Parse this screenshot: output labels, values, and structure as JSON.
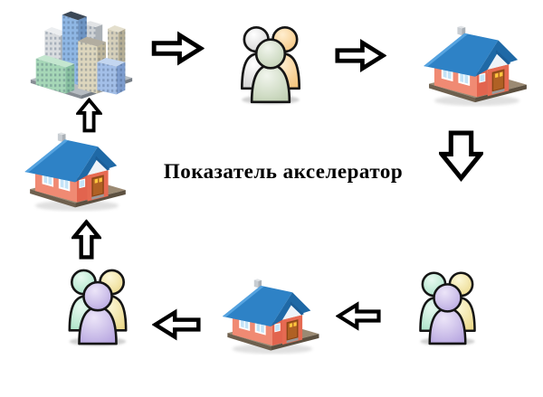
{
  "title": {
    "text": "Показатель акселератор",
    "color": "#000000"
  },
  "diagram": {
    "type": "cycle",
    "nodes": [
      {
        "id": "city",
        "icon": "city-buildings-icon",
        "position": "top-left"
      },
      {
        "id": "people-top",
        "icon": "people-group-icon",
        "position": "top-center",
        "person_colors": [
          "white",
          "peach",
          "green"
        ]
      },
      {
        "id": "house-top-right",
        "icon": "house-icon",
        "position": "top-right"
      },
      {
        "id": "people-bottom-right",
        "icon": "people-group-icon",
        "position": "bottom-right",
        "person_colors": [
          "teal",
          "yellow",
          "purple"
        ]
      },
      {
        "id": "house-bottom-center",
        "icon": "house-icon",
        "position": "bottom-center"
      },
      {
        "id": "people-bottom-left",
        "icon": "people-group-icon",
        "position": "bottom-left",
        "person_colors": [
          "teal",
          "yellow",
          "purple"
        ]
      },
      {
        "id": "house-middle-left",
        "icon": "house-icon",
        "position": "middle-left"
      }
    ],
    "arrows": [
      {
        "from": "city",
        "to": "people-top",
        "direction": "right"
      },
      {
        "from": "people-top",
        "to": "house-top-right",
        "direction": "right"
      },
      {
        "from": "house-top-right",
        "to": "people-bottom-right",
        "direction": "down"
      },
      {
        "from": "people-bottom-right",
        "to": "house-bottom-center",
        "direction": "left"
      },
      {
        "from": "house-bottom-center",
        "to": "people-bottom-left",
        "direction": "left"
      },
      {
        "from": "people-bottom-left",
        "to": "house-middle-left",
        "direction": "up"
      },
      {
        "from": "house-middle-left",
        "to": "city",
        "direction": "up"
      }
    ],
    "palette": {
      "background": "#ffffff",
      "arrow_fill": "#ffffff",
      "arrow_outline": "#000000",
      "house_wall": "#f08a73",
      "house_roof": "#2e82c6",
      "house_door": "#ad5d20",
      "text": "#000000"
    }
  }
}
